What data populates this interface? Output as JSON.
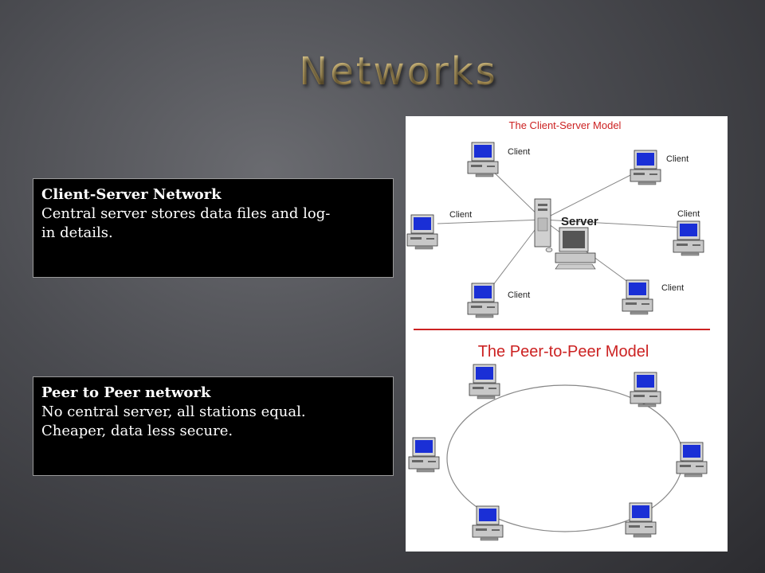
{
  "slide": {
    "title": "Networks"
  },
  "boxes": [
    {
      "heading": "Client-Server Network",
      "lines": [
        "Central server stores data files and log-",
        "in details."
      ]
    },
    {
      "heading": "Peer to Peer network",
      "lines": [
        "No central server, all stations equal.",
        "Cheaper, data less secure."
      ]
    }
  ],
  "diagram": {
    "client_server_title": "The Client-Server Model",
    "server_label": "Server",
    "client_label": "Client",
    "peer_title": "The Peer-to-Peer Model",
    "title_color": "#cc2222",
    "screen_color": "#1a2fd6"
  }
}
